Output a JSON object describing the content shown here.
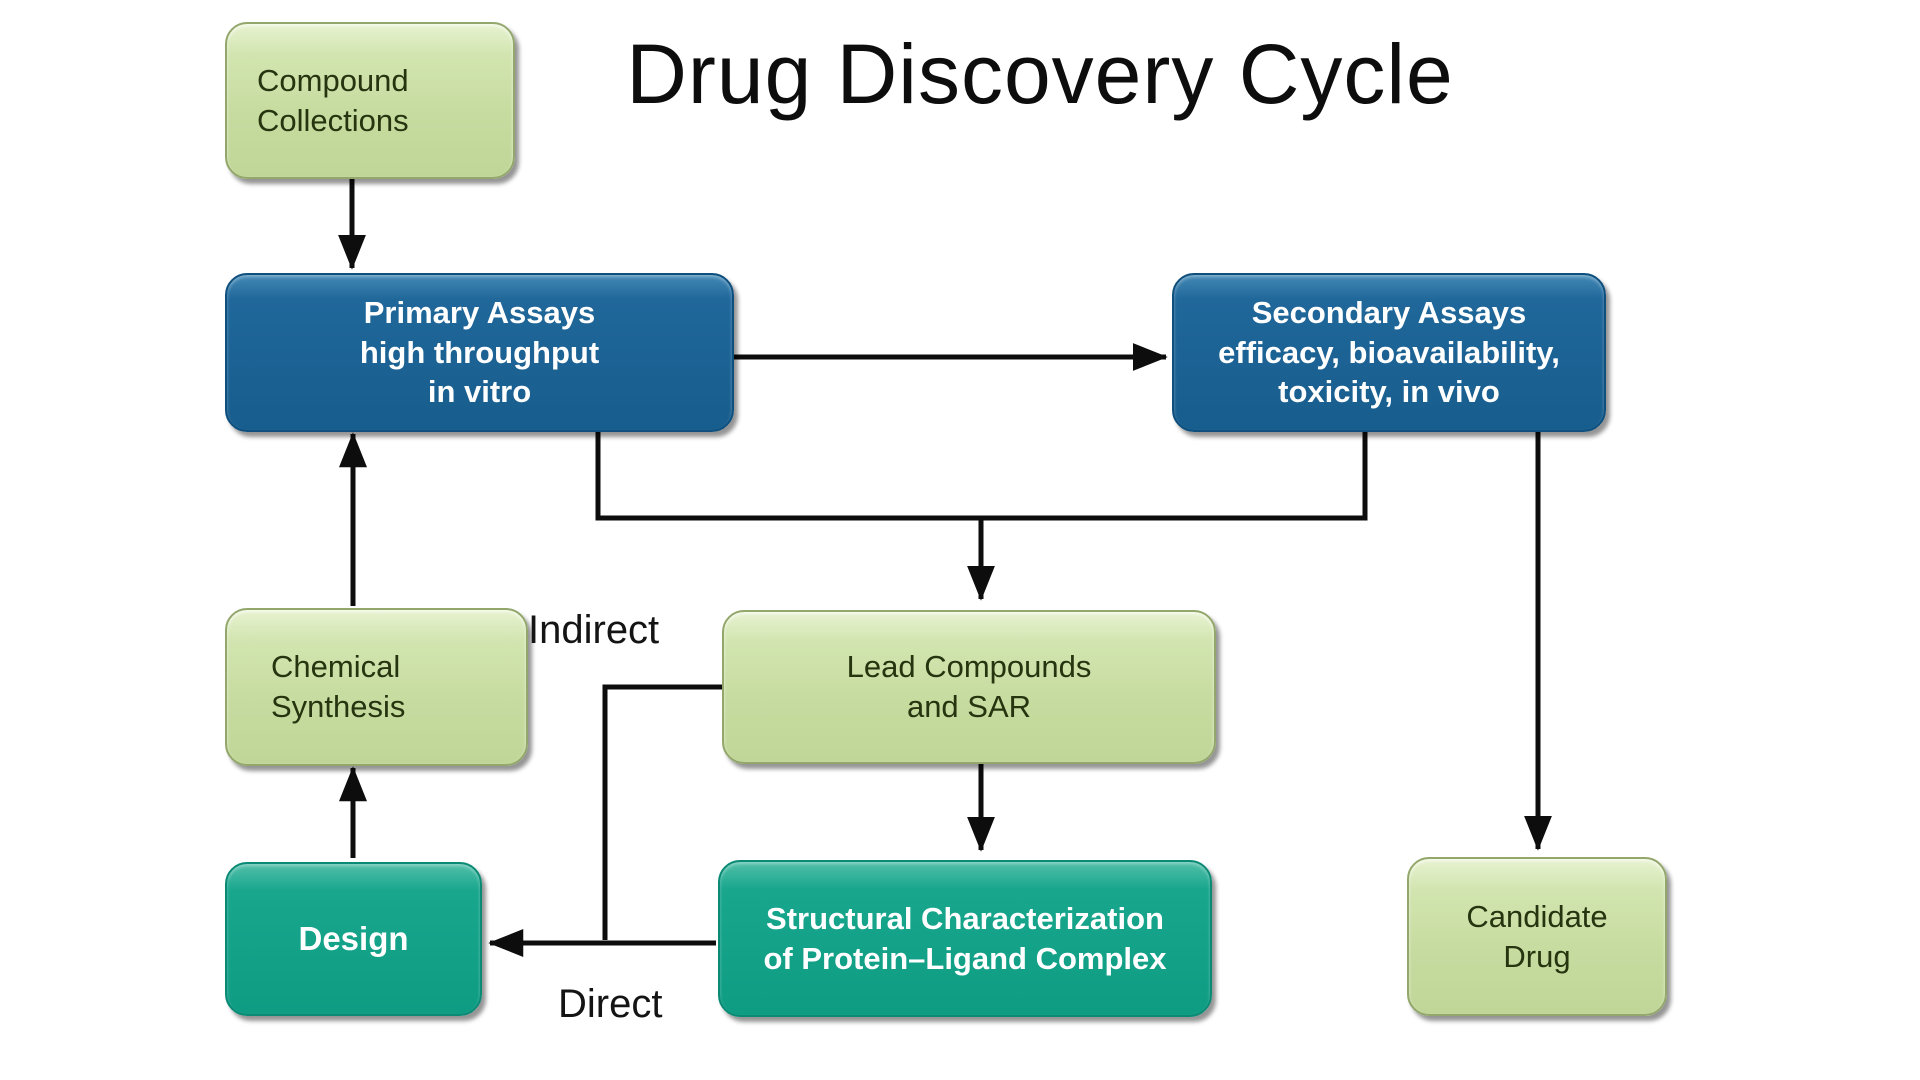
{
  "title": "Drug Discovery Cycle",
  "nodes": {
    "compound_collections": {
      "label_lines": [
        "Compound",
        "Collections"
      ],
      "color": "green"
    },
    "primary_assays": {
      "label_lines": [
        "Primary Assays",
        "high throughput",
        "in vitro"
      ],
      "color": "blue"
    },
    "secondary_assays": {
      "label_lines": [
        "Secondary Assays",
        "efficacy, bioavailability,",
        "toxicity, in vivo"
      ],
      "color": "blue"
    },
    "chemical_synthesis": {
      "label_lines": [
        "Chemical",
        "Synthesis"
      ],
      "color": "green"
    },
    "design": {
      "label_lines": [
        "Design"
      ],
      "color": "teal"
    },
    "lead_compounds": {
      "label_lines": [
        "Lead Compounds",
        "and SAR"
      ],
      "color": "green"
    },
    "structural_characterization": {
      "label_lines": [
        "Structural Characterization",
        "of Protein–Ligand Complex"
      ],
      "color": "teal"
    },
    "candidate_drug": {
      "label_lines": [
        "Candidate",
        "Drug"
      ],
      "color": "green"
    }
  },
  "edge_labels": {
    "indirect": "Indirect",
    "direct": "Direct"
  },
  "edges": [
    {
      "from": "compound_collections",
      "to": "primary_assays"
    },
    {
      "from": "primary_assays",
      "to": "secondary_assays"
    },
    {
      "from": "primary_assays",
      "to": "lead_compounds"
    },
    {
      "from": "secondary_assays",
      "to": "lead_compounds"
    },
    {
      "from": "lead_compounds",
      "to": "structural_characterization"
    },
    {
      "from": "secondary_assays",
      "to": "candidate_drug"
    },
    {
      "from": "structural_characterization",
      "to": "design",
      "label": "Direct"
    },
    {
      "from": "lead_compounds",
      "to": "design",
      "label": "Indirect"
    },
    {
      "from": "design",
      "to": "chemical_synthesis"
    },
    {
      "from": "chemical_synthesis",
      "to": "primary_assays"
    }
  ],
  "colors": {
    "background": "#ffffff",
    "box_light_green": "#c9dfa3",
    "box_dark_blue": "#1b6394",
    "box_teal": "#109d85",
    "arrow_line": "#0d0d0d",
    "text_dark": "#26340f",
    "text_light": "#ffffff",
    "title_text": "#0d0d0d"
  }
}
